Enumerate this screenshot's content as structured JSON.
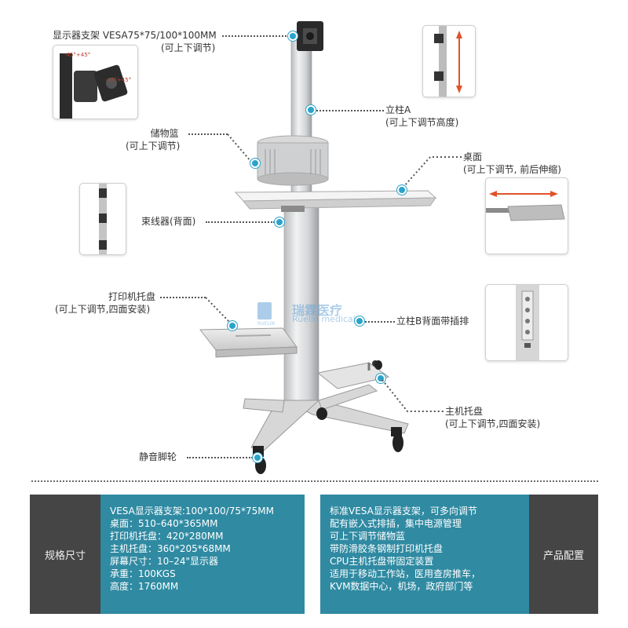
{
  "callouts": {
    "monitor_mount": {
      "line1": "显示器支架 VESA75*75/100*100MM",
      "line2": "(可上下调节)"
    },
    "column_a": {
      "line1": "立柱A",
      "line2": "(可上下调节高度)"
    },
    "basket": {
      "line1": "储物篮",
      "line2": "(可上下调节)"
    },
    "desk": {
      "line1": "桌面",
      "line2": "(可上下调节, 前后伸缩)"
    },
    "cable_manager": {
      "line1": "束线器(背面)"
    },
    "printer_tray": {
      "line1": "打印机托盘",
      "line2": "(可上下调节,四面安装)"
    },
    "column_b": {
      "line1": "立柱B背面带插排"
    },
    "host_tray": {
      "line1": "主机托盘",
      "line2": "(可上下调节,四面安装)"
    },
    "casters": {
      "line1": "静音脚轮"
    }
  },
  "inset_mount": {
    "angle_top": "-45°+45°",
    "angle_side": "-45°+45°"
  },
  "watermark": {
    "cn": "瑞霖医疗",
    "en": "Ruelin medical",
    "mark": "RUELIN"
  },
  "spec_panel": {
    "title": "规格尺寸",
    "items": [
      "VESA显示器支架:100*100/75*75MM",
      "桌面：510–640*365MM",
      "打印机托盘：420*280MM",
      "主机托盘：360*205*68MM",
      "屏幕尺寸：10–24\"显示器",
      "承重：100KGS",
      "高度：1760MM"
    ]
  },
  "config_panel": {
    "title": "产品配置",
    "items": [
      "标准VESA显示器支架，可多向调节",
      "配有嵌入式排插，集中电源管理",
      "可上下调节储物蓝",
      "带防滑胶条钢制打印机托盘",
      "CPU主机托盘带固定装置",
      "适用于移动工作站，医用查房推车，",
      "KVM数据中心，机场，政府部门等"
    ]
  },
  "colors": {
    "accent_blue": "#2ba3c9",
    "panel_teal": "#2f8aa2",
    "panel_dark": "#454545",
    "arrow_red": "#e0532a"
  }
}
